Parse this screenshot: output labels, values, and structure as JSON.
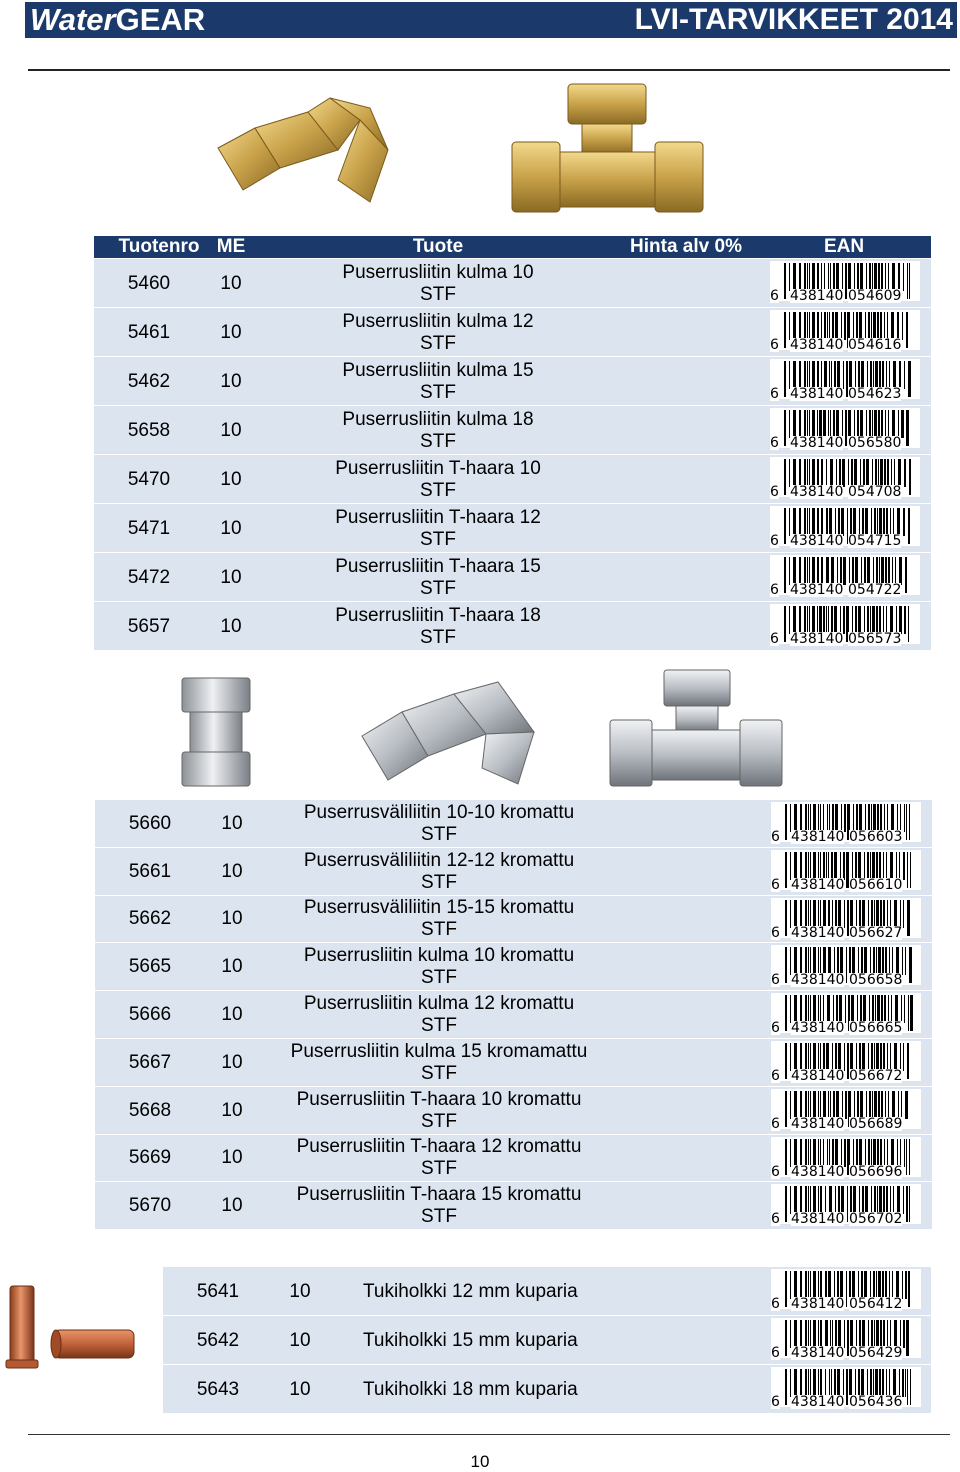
{
  "header": {
    "brand_water": "Water",
    "brand_gear": "GEAR",
    "title": "LVI-TARVIKKEET 2014"
  },
  "columns": {
    "tuotenro": "Tuotenro",
    "me": "ME",
    "tuote": "Tuote",
    "hinta": "Hinta alv 0%",
    "ean": "EAN"
  },
  "brass_rows": [
    {
      "code": "5460",
      "me": "10",
      "name1": "Puserrusliitin kulma 10",
      "name2": "STF",
      "ean_lead": "6",
      "ean": "438140",
      "ean2": "054609"
    },
    {
      "code": "5461",
      "me": "10",
      "name1": "Puserrusliitin kulma 12",
      "name2": "STF",
      "ean_lead": "6",
      "ean": "438140",
      "ean2": "054616"
    },
    {
      "code": "5462",
      "me": "10",
      "name1": "Puserrusliitin kulma 15",
      "name2": "STF",
      "ean_lead": "6",
      "ean": "438140",
      "ean2": "054623"
    },
    {
      "code": "5658",
      "me": "10",
      "name1": "Puserrusliitin kulma 18",
      "name2": "STF",
      "ean_lead": "6",
      "ean": "438140",
      "ean2": "056580"
    },
    {
      "code": "5470",
      "me": "10",
      "name1": "Puserrusliitin T-haara 10",
      "name2": "STF",
      "ean_lead": "6",
      "ean": "438140",
      "ean2": "054708"
    },
    {
      "code": "5471",
      "me": "10",
      "name1": "Puserrusliitin T-haara 12",
      "name2": "STF",
      "ean_lead": "6",
      "ean": "438140",
      "ean2": "054715"
    },
    {
      "code": "5472",
      "me": "10",
      "name1": "Puserrusliitin T-haara 15",
      "name2": "STF",
      "ean_lead": "6",
      "ean": "438140",
      "ean2": "054722"
    },
    {
      "code": "5657",
      "me": "10",
      "name1": "Puserrusliitin T-haara 18",
      "name2": "STF",
      "ean_lead": "6",
      "ean": "438140",
      "ean2": "056573"
    }
  ],
  "chrome_rows": [
    {
      "code": "5660",
      "me": "10",
      "name1": "Puserrusväliliitin 10-10 kromattu",
      "name2": "STF",
      "ean_lead": "6",
      "ean": "438140",
      "ean2": "056603"
    },
    {
      "code": "5661",
      "me": "10",
      "name1": "Puserrusväliliitin 12-12 kromattu",
      "name2": "STF",
      "ean_lead": "6",
      "ean": "438140",
      "ean2": "056610"
    },
    {
      "code": "5662",
      "me": "10",
      "name1": "Puserrusväliliitin 15-15 kromattu",
      "name2": "STF",
      "ean_lead": "6",
      "ean": "438140",
      "ean2": "056627"
    },
    {
      "code": "5665",
      "me": "10",
      "name1": "Puserrusliitin kulma 10 kromattu",
      "name2": "STF",
      "ean_lead": "6",
      "ean": "438140",
      "ean2": "056658"
    },
    {
      "code": "5666",
      "me": "10",
      "name1": "Puserrusliitin kulma 12 kromattu",
      "name2": "STF",
      "ean_lead": "6",
      "ean": "438140",
      "ean2": "056665"
    },
    {
      "code": "5667",
      "me": "10",
      "name1": "Puserrusliitin kulma 15 kromamattu",
      "name2": "STF",
      "ean_lead": "6",
      "ean": "438140",
      "ean2": "056672"
    },
    {
      "code": "5668",
      "me": "10",
      "name1": "Puserrusliitin T-haara 10 kromattu",
      "name2": "STF",
      "ean_lead": "6",
      "ean": "438140",
      "ean2": "056689"
    },
    {
      "code": "5669",
      "me": "10",
      "name1": "Puserrusliitin T-haara 12 kromattu",
      "name2": "STF",
      "ean_lead": "6",
      "ean": "438140",
      "ean2": "056696"
    },
    {
      "code": "5670",
      "me": "10",
      "name1": "Puserrusliitin T-haara 15 kromattu",
      "name2": "STF",
      "ean_lead": "6",
      "ean": "438140",
      "ean2": "056702"
    }
  ],
  "copper_rows": [
    {
      "code": "5641",
      "me": "10",
      "name1": "Tukiholkki 12 mm kuparia",
      "ean_lead": "6",
      "ean": "438140",
      "ean2": "056412"
    },
    {
      "code": "5642",
      "me": "10",
      "name1": "Tukiholkki 15 mm kuparia",
      "ean_lead": "6",
      "ean": "438140",
      "ean2": "056429"
    },
    {
      "code": "5643",
      "me": "10",
      "name1": "Tukiholkki 18 mm kuparia",
      "ean_lead": "6",
      "ean": "438140",
      "ean2": "056436"
    }
  ],
  "footer": {
    "page_number": "10"
  },
  "colors": {
    "header_bg": "#1b3a6b",
    "row_bg": "#dbe4ef",
    "brass": "#c9a24a",
    "chrome": "#b9bec4",
    "copper": "#c0623a"
  }
}
